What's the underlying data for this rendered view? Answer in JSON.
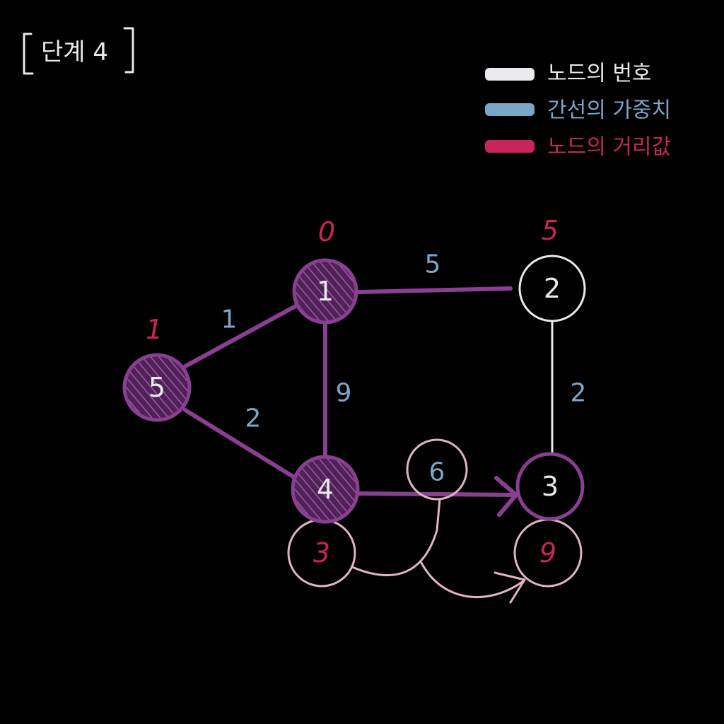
{
  "title": "단계 4",
  "colors": {
    "background": "#000000",
    "node_number": "#e9e9ee",
    "edge_weight": "#7ba7c7",
    "node_distance": "#c8245e",
    "visited": "#8a3f92",
    "update_note": "#e0b4c2"
  },
  "legend": {
    "node_number": "노드의 번호",
    "edge_weight": "간선의 가중치",
    "node_distance": "노드의 거리값"
  },
  "nodes": [
    {
      "id": "1",
      "label": "1",
      "distance": "0",
      "visited": true
    },
    {
      "id": "2",
      "label": "2",
      "distance": "5",
      "visited": false
    },
    {
      "id": "3",
      "label": "3",
      "distance": "9",
      "visited": false
    },
    {
      "id": "4",
      "label": "4",
      "distance": "3",
      "visited": true
    },
    {
      "id": "5",
      "label": "5",
      "distance": "1",
      "visited": true
    }
  ],
  "edges": [
    {
      "from": "5",
      "to": "1",
      "weight": "1",
      "highlighted": true
    },
    {
      "from": "5",
      "to": "4",
      "weight": "2",
      "highlighted": true
    },
    {
      "from": "1",
      "to": "4",
      "weight": "9",
      "highlighted": true
    },
    {
      "from": "1",
      "to": "2",
      "weight": "5",
      "highlighted": true
    },
    {
      "from": "2",
      "to": "3",
      "weight": "2",
      "highlighted": false
    },
    {
      "from": "4",
      "to": "3",
      "weight": "6",
      "highlighted": true
    }
  ]
}
